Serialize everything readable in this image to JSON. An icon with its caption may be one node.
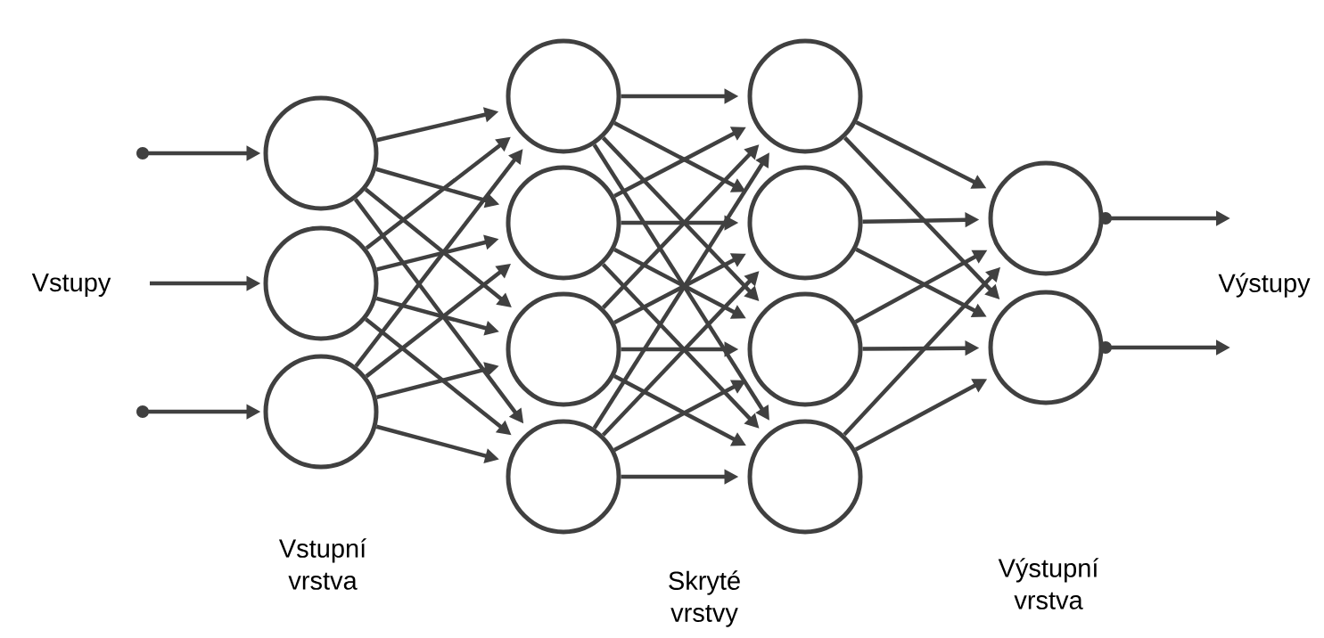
{
  "diagram": {
    "nodes": [
      {
        "text": [],
        "shape": "circle"
      },
      {
        "text": [],
        "shape": "circle"
      },
      {
        "text": [],
        "shape": "circle"
      },
      {
        "text": [],
        "shape": "circle"
      },
      {
        "text": [],
        "shape": "circle"
      },
      {
        "text": [],
        "shape": "circle"
      },
      {
        "text": [],
        "shape": "circle"
      },
      {
        "text": [],
        "shape": "circle"
      },
      {
        "text": [],
        "shape": "circle"
      },
      {
        "text": [],
        "shape": "circle"
      },
      {
        "text": [],
        "shape": "circle"
      },
      {
        "text": [],
        "shape": "circle"
      },
      {
        "text": [],
        "shape": "circle"
      }
    ],
    "edges": [
      {
        "from": null,
        "to": 0,
        "arrow": "to"
      },
      {
        "from": null,
        "to": 1,
        "arrow": "to"
      },
      {
        "from": null,
        "to": 2,
        "arrow": "to"
      },
      {
        "from": 0,
        "to": 3,
        "arrow": "to"
      },
      {
        "from": 0,
        "to": 4,
        "arrow": "to"
      },
      {
        "from": 0,
        "to": 5,
        "arrow": "to"
      },
      {
        "from": 0,
        "to": 6,
        "arrow": "to"
      },
      {
        "from": 1,
        "to": 3,
        "arrow": "to"
      },
      {
        "from": 1,
        "to": 4,
        "arrow": "to"
      },
      {
        "from": 1,
        "to": 5,
        "arrow": "to"
      },
      {
        "from": 1,
        "to": 6,
        "arrow": "to"
      },
      {
        "from": 2,
        "to": 3,
        "arrow": "to"
      },
      {
        "from": 2,
        "to": 4,
        "arrow": "to"
      },
      {
        "from": 2,
        "to": 5,
        "arrow": "to"
      },
      {
        "from": 2,
        "to": 6,
        "arrow": "to"
      },
      {
        "from": 3,
        "to": 7,
        "arrow": "to"
      },
      {
        "from": 3,
        "to": 8,
        "arrow": "to"
      },
      {
        "from": 3,
        "to": 9,
        "arrow": "to"
      },
      {
        "from": 3,
        "to": 10,
        "arrow": "to"
      },
      {
        "from": 4,
        "to": 7,
        "arrow": "to"
      },
      {
        "from": 4,
        "to": 8,
        "arrow": "to"
      },
      {
        "from": 4,
        "to": 9,
        "arrow": "to"
      },
      {
        "from": 4,
        "to": 10,
        "arrow": "to"
      },
      {
        "from": 5,
        "to": 7,
        "arrow": "to"
      },
      {
        "from": 5,
        "to": 8,
        "arrow": "to"
      },
      {
        "from": 5,
        "to": 9,
        "arrow": "to"
      },
      {
        "from": 5,
        "to": 10,
        "arrow": "to"
      },
      {
        "from": 6,
        "to": 7,
        "arrow": "to"
      },
      {
        "from": 6,
        "to": 8,
        "arrow": "to"
      },
      {
        "from": 6,
        "to": 9,
        "arrow": "to"
      },
      {
        "from": 6,
        "to": 10,
        "arrow": "to"
      },
      {
        "from": 7,
        "to": 11,
        "arrow": "to"
      },
      {
        "from": 7,
        "to": 12,
        "arrow": "to"
      },
      {
        "from": 8,
        "to": 11,
        "arrow": "to"
      },
      {
        "from": 8,
        "to": 12,
        "arrow": "to"
      },
      {
        "from": 9,
        "to": 11,
        "arrow": "to"
      },
      {
        "from": 9,
        "to": 12,
        "arrow": "to"
      },
      {
        "from": 10,
        "to": 11,
        "arrow": "to"
      },
      {
        "from": 10,
        "to": 12,
        "arrow": "to"
      },
      {
        "from": 11,
        "to": null,
        "arrow": "to"
      },
      {
        "from": 12,
        "to": null,
        "arrow": "to"
      }
    ],
    "labels": [
      "Vstupy",
      "Výstupy",
      "Vstupní vrstva",
      "Výstupní vrstva",
      "Skryté vrstvy"
    ]
  }
}
